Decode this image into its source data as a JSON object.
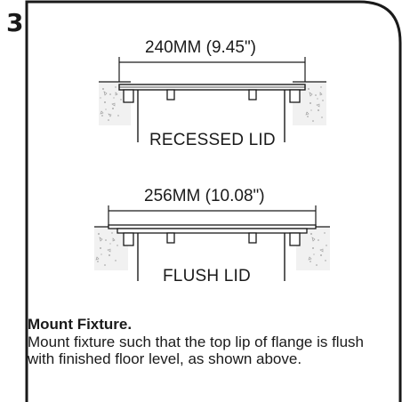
{
  "step": {
    "number": "3"
  },
  "recessed": {
    "dimension": "240MM (9.45\")",
    "caption": "RECESSED LID"
  },
  "flush": {
    "dimension": "256MM (10.08\")",
    "caption": "FLUSH LID"
  },
  "instructions": {
    "title": "Mount Fixture.",
    "body": "Mount fixture such that the top lip of flange is flush with  finished floor level, as shown above."
  }
}
